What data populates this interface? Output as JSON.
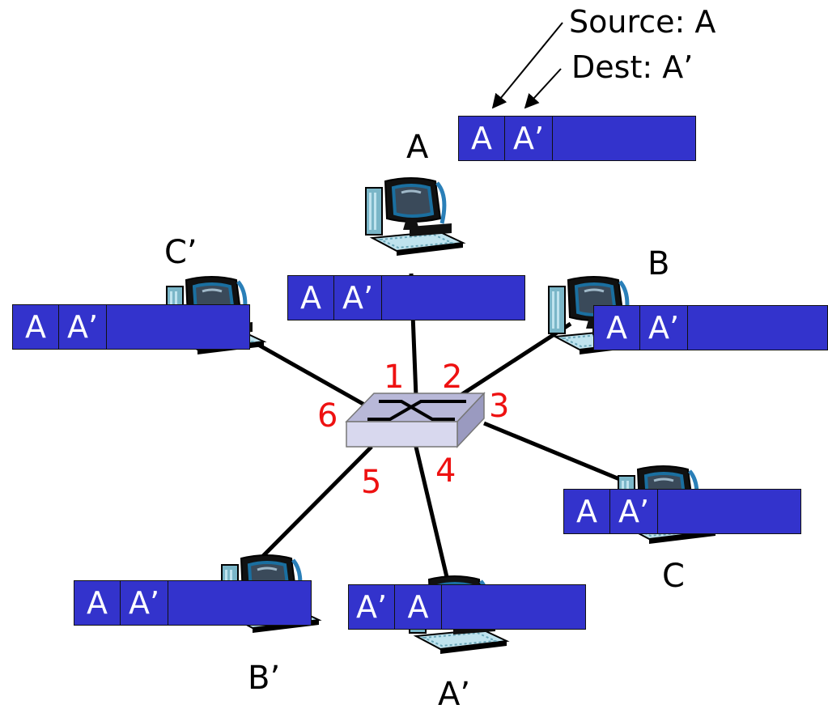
{
  "annotations": {
    "source": "Source: A",
    "dest": "Dest: A’"
  },
  "hosts": {
    "A": "A",
    "B": "B",
    "C": "C",
    "A_prime": "A’",
    "B_prime": "B’",
    "C_prime": "C’"
  },
  "ports": [
    "1",
    "2",
    "3",
    "4",
    "5",
    "6"
  ],
  "frames": {
    "top": {
      "src": "A",
      "dst": "A’"
    },
    "a_link": {
      "src": "A",
      "dst": "A’"
    },
    "b": {
      "src": "A",
      "dst": "A’"
    },
    "c_prime": {
      "src": "A",
      "dst": "A’"
    },
    "c": {
      "src": "A",
      "dst": "A’"
    },
    "b_prime": {
      "src": "A",
      "dst": "A’"
    },
    "a_prime": {
      "src": "A’",
      "dst": "A"
    }
  },
  "colors": {
    "frame": "#3333cc",
    "port_label": "#ee1111",
    "switch_top": "#b8b8d8",
    "switch_side": "#d8d8ee"
  }
}
